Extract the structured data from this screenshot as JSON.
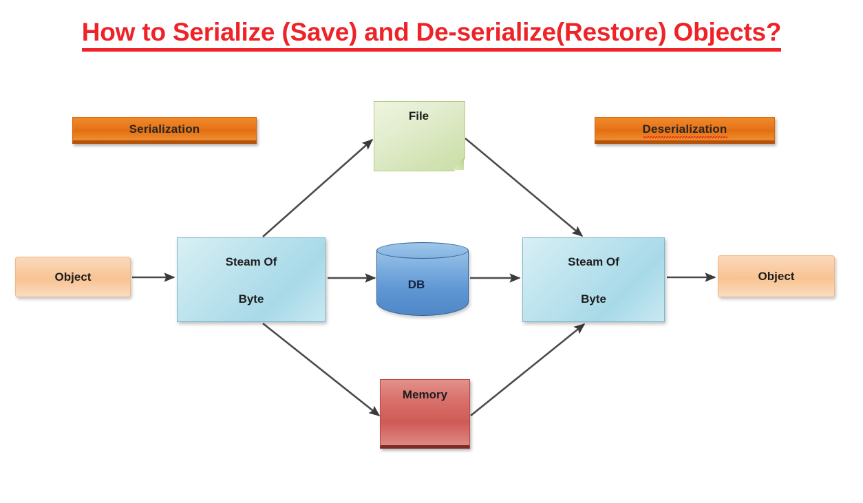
{
  "title": {
    "text": "How to Serialize (Save) and De-serialize(Restore) Objects?",
    "color": "#ee2227"
  },
  "banners": {
    "serialization": "Serialization",
    "deserialization": "Deserialization"
  },
  "nodes": {
    "object_left": "Object",
    "object_right": "Object",
    "stream_left": {
      "line1": "Steam Of",
      "line2": "Byte"
    },
    "stream_right": {
      "line1": "Steam Of",
      "line2": "Byte"
    },
    "file": "File",
    "db": "DB",
    "memory": "Memory"
  },
  "colors": {
    "title_red": "#ee2227",
    "banner_orange": "#e8761a",
    "object_peach": "#f8c392",
    "stream_cyan": "#bfe4ee",
    "file_green": "#d3e3b4",
    "db_blue": "#5f97d4",
    "memory_red": "#cf5a55",
    "arrow_gray": "#3f3f3f"
  },
  "arrows": [
    {
      "name": "object-left-to-stream-left",
      "from": "Object",
      "to": "Steam Of Byte"
    },
    {
      "name": "stream-left-to-file",
      "from": "Steam Of Byte",
      "to": "File"
    },
    {
      "name": "stream-left-to-db",
      "from": "Steam Of Byte",
      "to": "DB"
    },
    {
      "name": "stream-left-to-memory",
      "from": "Steam Of Byte",
      "to": "Memory"
    },
    {
      "name": "file-to-stream-right",
      "from": "File",
      "to": "Steam Of Byte"
    },
    {
      "name": "db-to-stream-right",
      "from": "DB",
      "to": "Steam Of Byte"
    },
    {
      "name": "memory-to-stream-right",
      "from": "Memory",
      "to": "Steam Of Byte"
    },
    {
      "name": "stream-right-to-object-right",
      "from": "Steam Of Byte",
      "to": "Object"
    }
  ]
}
